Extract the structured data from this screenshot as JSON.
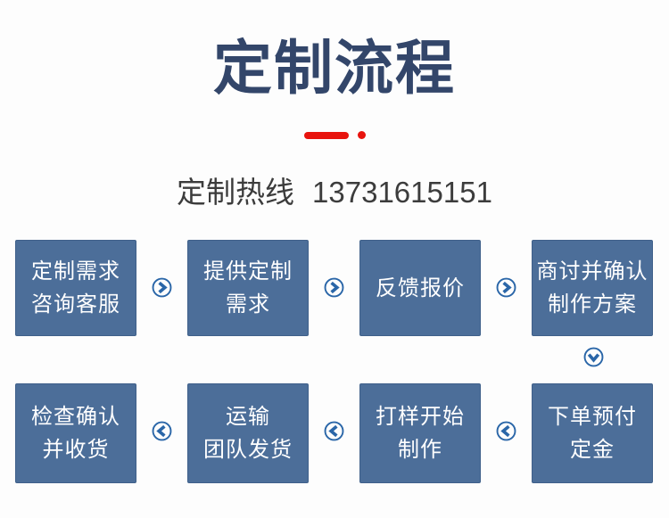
{
  "header": {
    "title": "定制流程",
    "hotline_label": "定制热线",
    "hotline_number": "13731615151"
  },
  "colors": {
    "page_bg": "#fdfdfd",
    "title_navy": "#33466a",
    "accent_red": "#e8140e",
    "hotline_gray": "#3c3c3c",
    "box_blue": "#4c6e99",
    "box_border": "#3f608a",
    "box_text": "#ffffff",
    "arrow_blue": "#2a66a8"
  },
  "flow": {
    "rows": [
      {
        "direction": "right",
        "steps": [
          {
            "line1": "定制需求",
            "line2": "咨询客服"
          },
          {
            "line1": "提供定制",
            "line2": "需求"
          },
          {
            "line1": "反馈报价",
            "line2": ""
          },
          {
            "line1": "商讨并确认",
            "line2": "制作方案"
          }
        ]
      },
      {
        "direction": "left",
        "steps": [
          {
            "line1": "检查确认",
            "line2": "并收货"
          },
          {
            "line1": "运输",
            "line2": "团队发货"
          },
          {
            "line1": "打样开始",
            "line2": "制作"
          },
          {
            "line1": "下单预付",
            "line2": "定金"
          }
        ]
      }
    ],
    "row_connector": "chevron-down-circle-icon",
    "step_connector_row1": "chevron-right-circle-icon",
    "step_connector_row2": "chevron-left-circle-icon"
  }
}
